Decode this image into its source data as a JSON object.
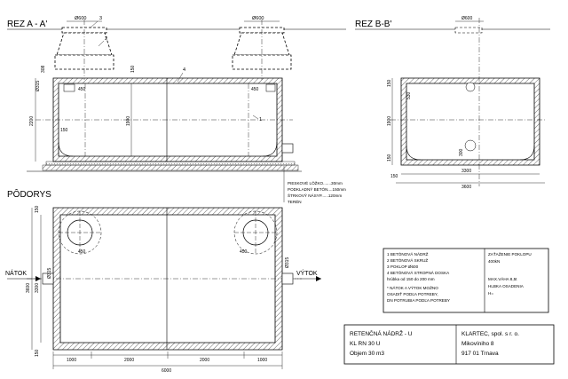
{
  "section_aa": {
    "title": "REZ A - A'",
    "shaft_dim_top": "Ø600",
    "callouts": [
      "3",
      "2",
      "4",
      "1"
    ],
    "dim_left_upper": "308",
    "dim_left_mid": "Ø315",
    "dim_height": "2200",
    "dim_inner_height": "1900",
    "dim_wall": "150",
    "dim_pipe_left": "450",
    "dim_pipe_right": "450",
    "layer_notes": [
      "PIESKOVÉ LÔŽKO.......30mm",
      "PODKLADNÝ BETÓN....150mm",
      "ŠTRKOVÝ NÁSYP......120mm",
      "TERÉN"
    ]
  },
  "section_bb": {
    "title": "REZ B-B'",
    "shaft_dim_top": "Ø600",
    "dim_left_top": "150",
    "dim_height": "1900",
    "dim_inner_width": "3300",
    "dim_total_width": "3600",
    "dim_wall": "150",
    "dim_530": "530",
    "dim_300": "300",
    "dim_150_low": "150"
  },
  "plan": {
    "title": "PÔDORYS",
    "inlet": "NÁTOK",
    "outlet": "VÝTOK",
    "pipe_dim": "Ø315",
    "dim_left_total": "3600",
    "dim_left_inner": "3300",
    "dim_wall": "150",
    "dim_segments": [
      "1000",
      "2000",
      "2000",
      "1000"
    ],
    "dim_total": "6000",
    "dim_circle": "450"
  },
  "legend": {
    "items": [
      "1  BETÓNOVÁ NÁDRŽ",
      "2  BETÓNOVÁ SKRUŽ",
      "3  POKLOP  Ø600",
      "4  BETÓNOVÁ STROPNÁ DOSKA",
      "    hrúbka od 150 do 200 mm",
      "*  NÁTOK  A  VÝTOK  MOŽNO",
      "    OSADIŤ PODĽA POTREBY,",
      "    DN POTRUBIA PODĽA POTREBY"
    ],
    "load_title": "ZAŤAŽENIE POKLOPU",
    "load_value": "400kN",
    "weight": "MAX.VÁHA  8,5t",
    "depth": "HLBKA OSADENIA",
    "depth_value": "H="
  },
  "title_block": {
    "name": "RETENČNÁ NÁDRŽ - U",
    "code": "KL RN 30 U",
    "volume": "Objem  30 m3",
    "company": "KLARTEC, spol. s r. o.",
    "street": "Mikovíniho  8",
    "city": "917  01  Trnava"
  }
}
